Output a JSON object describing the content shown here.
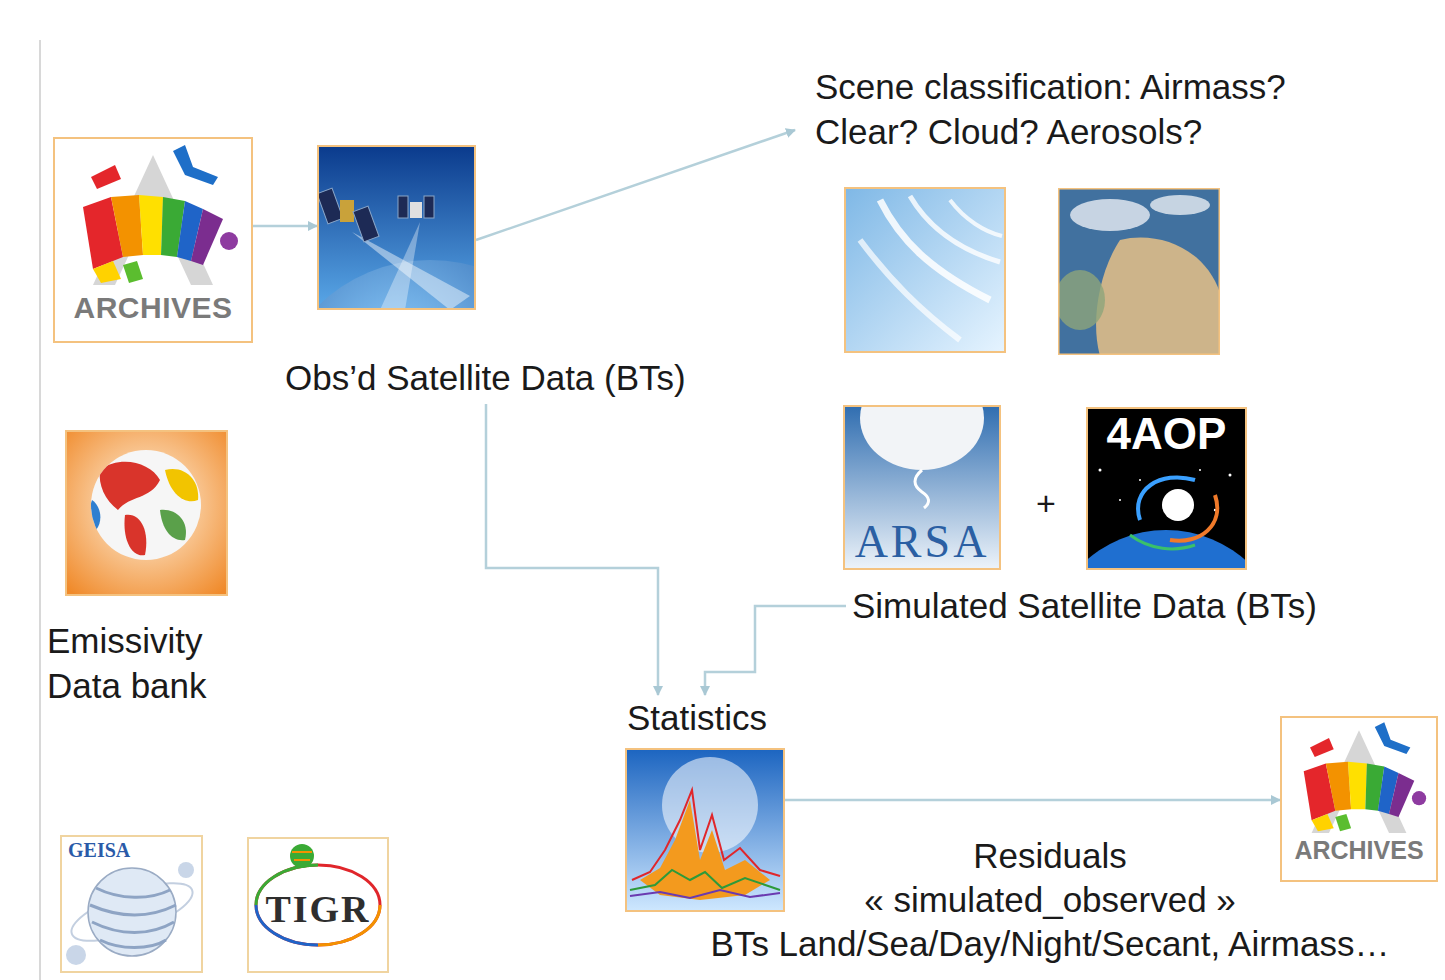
{
  "diagram": {
    "nodes": [
      {
        "text": [
          "ARCHIVES"
        ]
      },
      {
        "text": [
          "Obs’d Satellite Data (BTs)"
        ]
      },
      {
        "text": [
          "Scene classification: Airmass? Clear? Cloud? Aerosols?"
        ]
      },
      {
        "text": [
          "Emissivity Data bank"
        ]
      },
      {
        "text": [
          "Simulated Satellite Data (BTs)"
        ]
      },
      {
        "text": [
          "ARSA"
        ],
        "in": 4
      },
      {
        "text": [
          "4AOP"
        ],
        "in": 4
      },
      {
        "text": [
          "Statistics"
        ]
      },
      {
        "text": [
          "ARCHIVES"
        ]
      },
      {
        "text": [
          "GEISA"
        ]
      },
      {
        "text": [
          "TIGR"
        ]
      }
    ],
    "edges": [
      {
        "from": 0,
        "to": 1,
        "arrow": "to"
      },
      {
        "from": 1,
        "to": 2,
        "arrow": "to"
      },
      {
        "from": 1,
        "to": 7,
        "arrow": "to"
      },
      {
        "from": 4,
        "to": 7,
        "arrow": "to"
      },
      {
        "from": 7,
        "to": 8,
        "arrow": "to",
        "label": "Residuals « simulated_observed » BTs Land/Sea/Day/Night/Secant, Airmass…"
      }
    ],
    "labels": [
      "+"
    ]
  }
}
